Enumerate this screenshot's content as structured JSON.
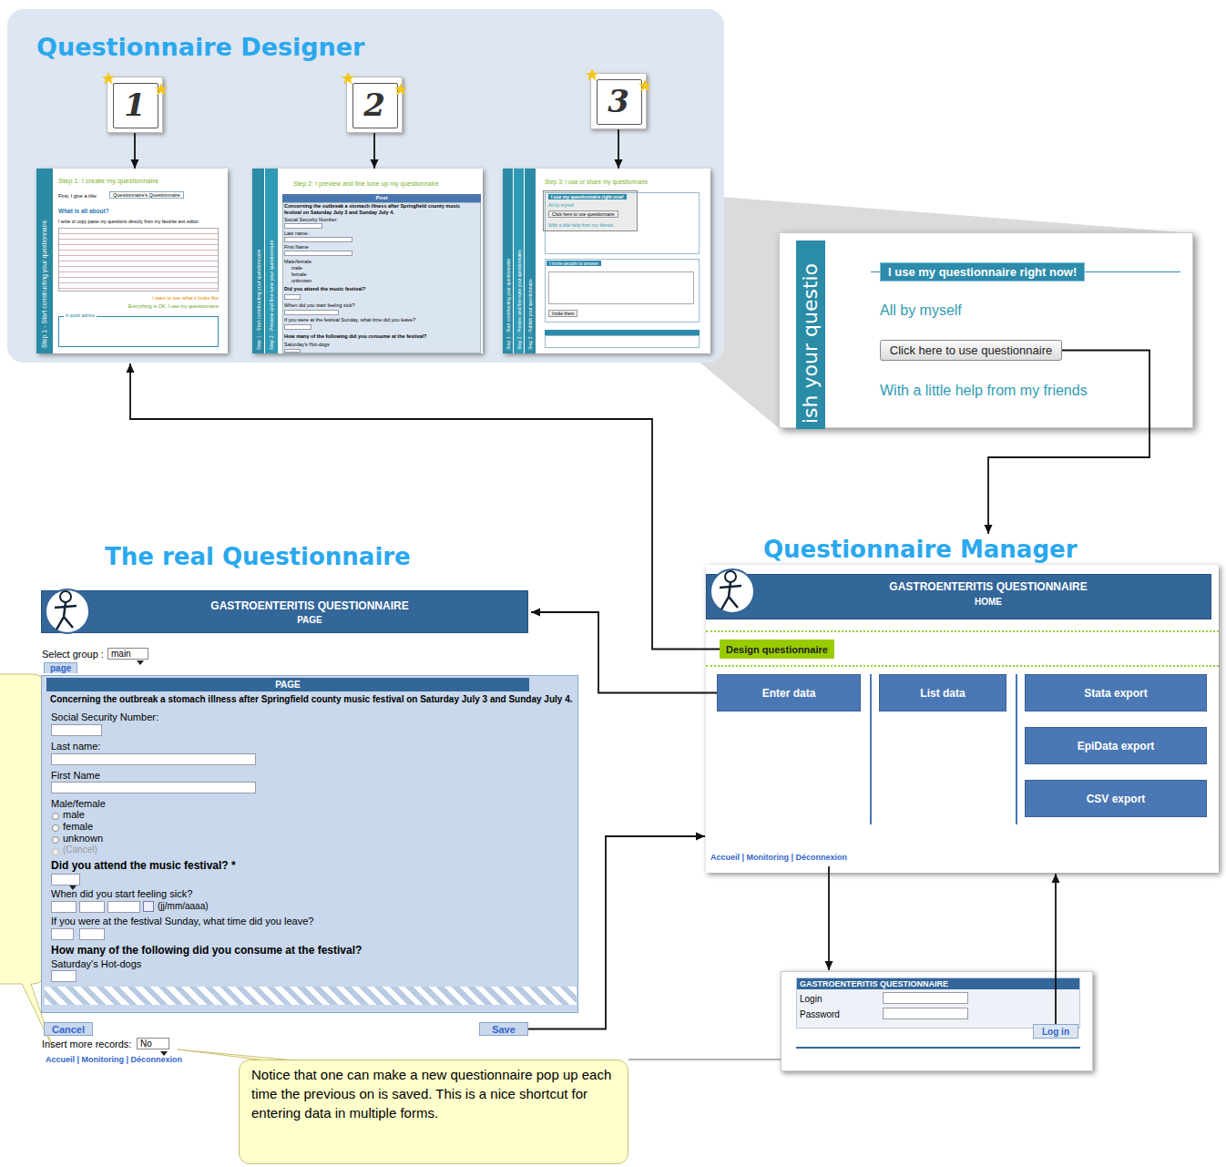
{
  "diagram": {
    "nodes": [
      {
        "text": [
          "Questionnaire Designer"
        ]
      },
      {
        "text": [
          "1"
        ],
        "in": 0
      },
      {
        "text": [
          "2"
        ],
        "in": 0
      },
      {
        "text": [
          "3"
        ],
        "in": 0
      },
      {
        "text": [
          "Step 1 - Start constructing your questionnaire",
          "Step 1: I create my questionnaire",
          "First, I give a title:",
          "Questionnaire's Questionnaire",
          "What is all about?",
          "I write or copy paste my questions directly from my favorite text editor:",
          "I want to see what it looks like",
          "Everything is OK, I use my questionnaire",
          "A quick advice"
        ],
        "in": 0
      },
      {
        "text": [
          "Step 1 - Start constructing your questionnaire",
          "Step 2 - Preview and fine-tune your questionnaire",
          "Step 2: I preview and fine tune up my questionnaire",
          "Post",
          "Concerning the outbreak a stomach illness after Springfield county music festival on Saturday July 3 and Sunday July 4.",
          "Social Security Number:",
          "Last name:",
          "First Name",
          "Male/female",
          "male",
          "female",
          "unknown",
          "Did you attend the music festival?",
          "When did you start feeling sick?",
          "If you were at the festival Sunday, what time did you leave?",
          "How many of the following did you consume at the festival?",
          "Saturday's Hot-dogs"
        ],
        "in": 0
      },
      {
        "text": [
          "Step 1 - Start constructing your questionnaire",
          "Step 2 - Preview and fine-tune your questionnaire",
          "Step 3 - Publish your questionnaire",
          "Step 3: I use or share my questionnaire",
          "I use my questionnaire right now!",
          "All by myself",
          "Click here to use questionnaire",
          "With a little help from my friends",
          "I invite people to answer",
          "Invite them"
        ],
        "in": 0
      },
      {
        "text": [
          "ish your questio",
          "I use my questionnaire right now!",
          "All by myself",
          "With a little help from my friends"
        ]
      },
      {
        "text": [
          "Click here to use questionnaire"
        ],
        "in": 7
      },
      {
        "text": [
          "Questionnaire Manager",
          "GASTROENTERITIS QUESTIONNAIRE",
          "HOME"
        ]
      },
      {
        "text": [
          "Design questionnaire"
        ],
        "in": 9
      },
      {
        "text": [
          "Enter data"
        ],
        "in": 9
      },
      {
        "text": [
          "List data"
        ],
        "in": 9
      },
      {
        "text": [
          "Stata export"
        ],
        "in": 9
      },
      {
        "text": [
          "EpiData export"
        ],
        "in": 9
      },
      {
        "text": [
          "CSV export"
        ],
        "in": 9
      },
      {
        "text": [
          "Accueil | Monitoring | Déconnexion"
        ],
        "in": 9
      },
      {
        "text": [
          "The real Questionnaire",
          "GASTROENTERITIS QUESTIONNAIRE",
          "PAGE",
          "Select group :",
          "main",
          "page",
          "Insert more records:",
          "No",
          "Accueil | Monitoring | Déconnexion"
        ]
      },
      {
        "text": [
          "PAGE",
          "Concerning the outbreak a stomach illness after Springfield county music festival on Saturday July 3 and Sunday July 4.",
          "Social Security Number:",
          "Last name:",
          "First Name",
          "Male/female",
          "male",
          "female",
          "unknown",
          "(Cancel)",
          "Did you attend the music festival? *",
          "When did you start feeling sick?",
          "(jj/mm/aaaa)",
          "If you were at the festival Sunday, what time did you leave?",
          "How many of the following did you consume at the festival?",
          "Saturday's Hot-dogs"
        ],
        "in": 17
      },
      {
        "text": [
          "Cancel"
        ],
        "in": 17
      },
      {
        "text": [
          "Save"
        ],
        "in": 17
      },
      {
        "text": [
          "GASTROENTERITIS QUESTIONNAIRE",
          "Login",
          "Password"
        ]
      },
      {
        "text": [
          "Log in"
        ],
        "in": 21
      },
      {
        "text": [
          "Notice that one can make a new questionnaire pop up each time the previous on is saved. This is a nice shortcut for entering data in multiple forms."
        ]
      }
    ],
    "edges": [
      {
        "from": 1,
        "to": 4,
        "arrow": "to"
      },
      {
        "from": 2,
        "to": 5,
        "arrow": "to"
      },
      {
        "from": 3,
        "to": 6,
        "arrow": "to"
      },
      {
        "from": 8,
        "to": 9,
        "arrow": "to"
      },
      {
        "from": 10,
        "to": 0,
        "arrow": "to"
      },
      {
        "from": 11,
        "to": 17,
        "arrow": "to"
      },
      {
        "from": 20,
        "to": 9,
        "arrow": "to"
      },
      {
        "from": 16,
        "to": 21,
        "arrow": "to"
      },
      {
        "from": 22,
        "to": 9,
        "arrow": "to"
      }
    ]
  }
}
